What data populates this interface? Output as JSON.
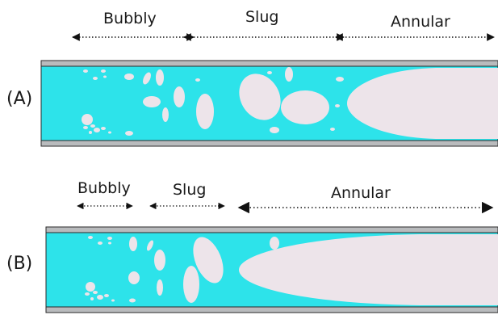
{
  "panel_a": {
    "row_label": "(A)",
    "regions": [
      "Bubbly",
      "Slug",
      "Annular"
    ]
  },
  "panel_b": {
    "row_label": "(B)",
    "regions": [
      "Bubbly",
      "Slug",
      "Annular"
    ]
  },
  "colors": {
    "liquid": "#2de3ea",
    "gas": "#ede4ea",
    "pipe_wall": "#b9bbbd",
    "pipe_edge": "#2a2a2a",
    "arrow": "#111111"
  }
}
